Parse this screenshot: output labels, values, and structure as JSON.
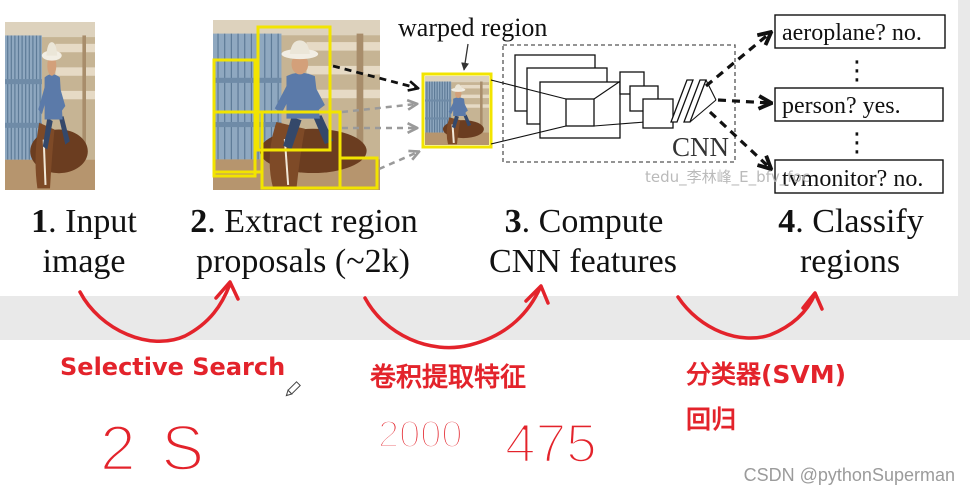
{
  "colors": {
    "annotation_red": "#e3232b",
    "proposal_yellow": "#f2e400",
    "background_band": "#e9e9e9",
    "credit_gray": "#9b9b9b"
  },
  "figure": {
    "warped_region_label": "warped region",
    "cnn_label": "CNN",
    "ellipsis": "⋮",
    "outputs": [
      {
        "label": "aeroplane? no."
      },
      {
        "label": "person? yes."
      },
      {
        "label": "tvmonitor? no."
      }
    ],
    "steps": [
      {
        "number": "1",
        "title": ". Input",
        "subtitle": "image"
      },
      {
        "number": "2",
        "title": ". Extract region",
        "subtitle": "proposals (~2k)"
      },
      {
        "number": "3",
        "title": ". Compute",
        "subtitle": "CNN features"
      },
      {
        "number": "4",
        "title": ". Classify",
        "subtitle": "regions"
      }
    ],
    "watermark": "tedu_李林峰_E_bfv_foc"
  },
  "annotations": {
    "step1_note": "Selective Search",
    "step2_note": "卷积提取特征",
    "step3_note_line1": "分类器(SVM)",
    "step3_note_line2": "回归",
    "handwritten": [
      "2 S",
      "2000",
      "475"
    ]
  },
  "icons": {
    "cursor": "pencil-cursor-icon"
  },
  "footer": {
    "credit": "CSDN @pythonSuperman"
  }
}
